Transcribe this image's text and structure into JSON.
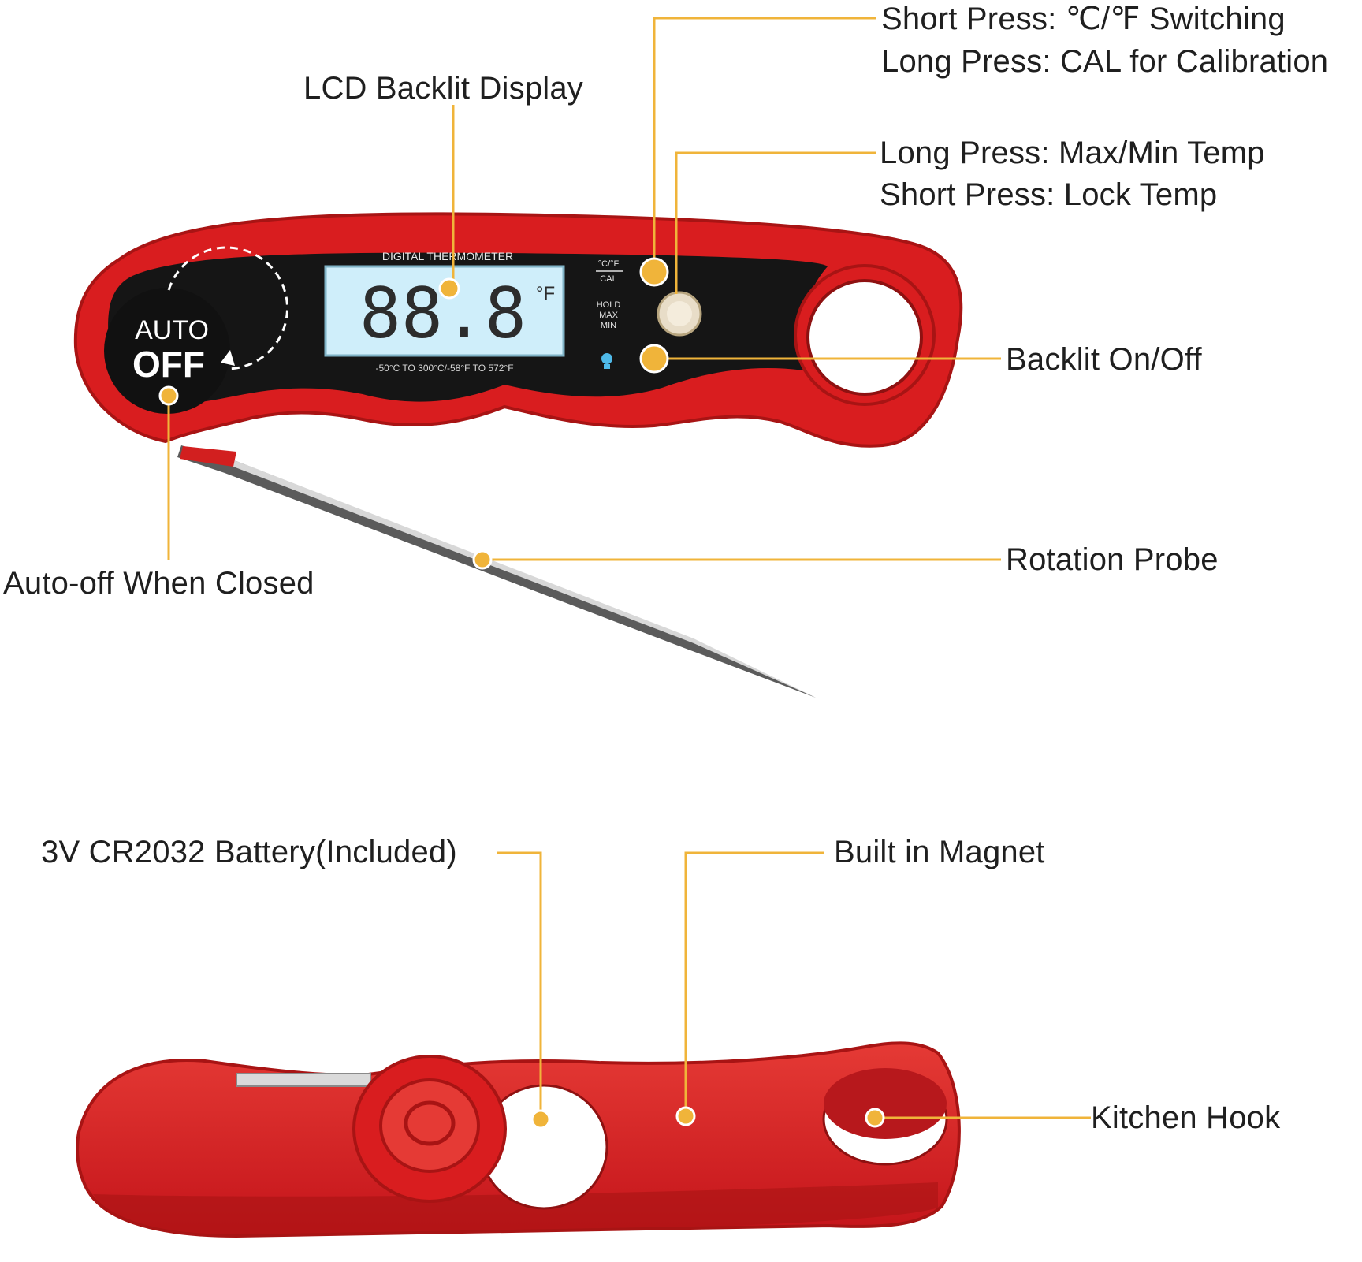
{
  "colors": {
    "accent": "#f0b43a",
    "body_red": "#d91d1f",
    "body_dark_red": "#a81414",
    "panel_black": "#151515",
    "lcd_blue": "#cfeefa",
    "text": "#1f1f1f"
  },
  "callouts": {
    "unit_switch": {
      "line1": "Short Press: ℃/℉ Switching",
      "line2": "Long Press: CAL for Calibration"
    },
    "lcd": {
      "label": "LCD Backlit Display"
    },
    "max_min": {
      "line1": "Long Press: Max/Min Temp",
      "line2": "Short Press: Lock Temp"
    },
    "backlight": {
      "label": "Backlit On/Off"
    },
    "probe": {
      "label": "Rotation Probe"
    },
    "auto_off": {
      "label": "Auto-off When Closed"
    },
    "battery": {
      "label": "3V CR2032 Battery(Included)"
    },
    "magnet": {
      "label": "Built in Magnet"
    },
    "hook": {
      "label": "Kitchen Hook"
    }
  },
  "device": {
    "panel_title": "DIGITAL THERMOMETER",
    "reading": "88.8",
    "unit": "°F",
    "range_text": "-50°C TO 300°C/-58°F TO 572°F",
    "auto_off_badge": {
      "line1": "AUTO",
      "line2": "OFF"
    },
    "button_labels": {
      "unit": {
        "line1": "°C/°F",
        "line2": "CAL"
      },
      "hold": {
        "line1": "HOLD",
        "line2": "MAX",
        "line3": "MIN"
      }
    },
    "backlight_icon": "lightbulb-icon"
  }
}
